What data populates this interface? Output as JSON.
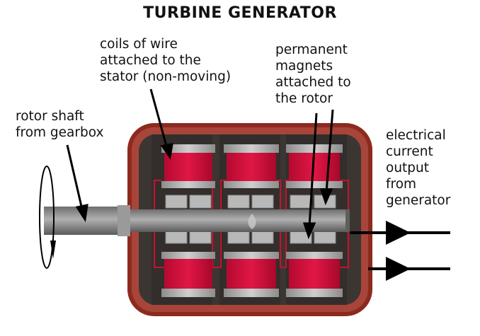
{
  "title": "TURBINE GENERATOR",
  "labels": {
    "coils": "coils of wire\nattached to the\nstator (non-moving)",
    "magnets": "permanent\nmagnets\nattached to\nthe rotor",
    "shaft": "rotor shaft\nfrom gearbox",
    "output": "electrical\ncurrent\noutput\nfrom\ngenerator"
  },
  "colors": {
    "housing_outer": "#8c2a1e",
    "housing_rim": "#a8453a",
    "housing_inner": "#3b3632",
    "coil_red": "#d0103a",
    "coil_band": "#a9a9a9",
    "magnet": "#b8b8b8",
    "shaft": "#8a8a8a",
    "wire": "#c8102e",
    "line": "#000000"
  }
}
